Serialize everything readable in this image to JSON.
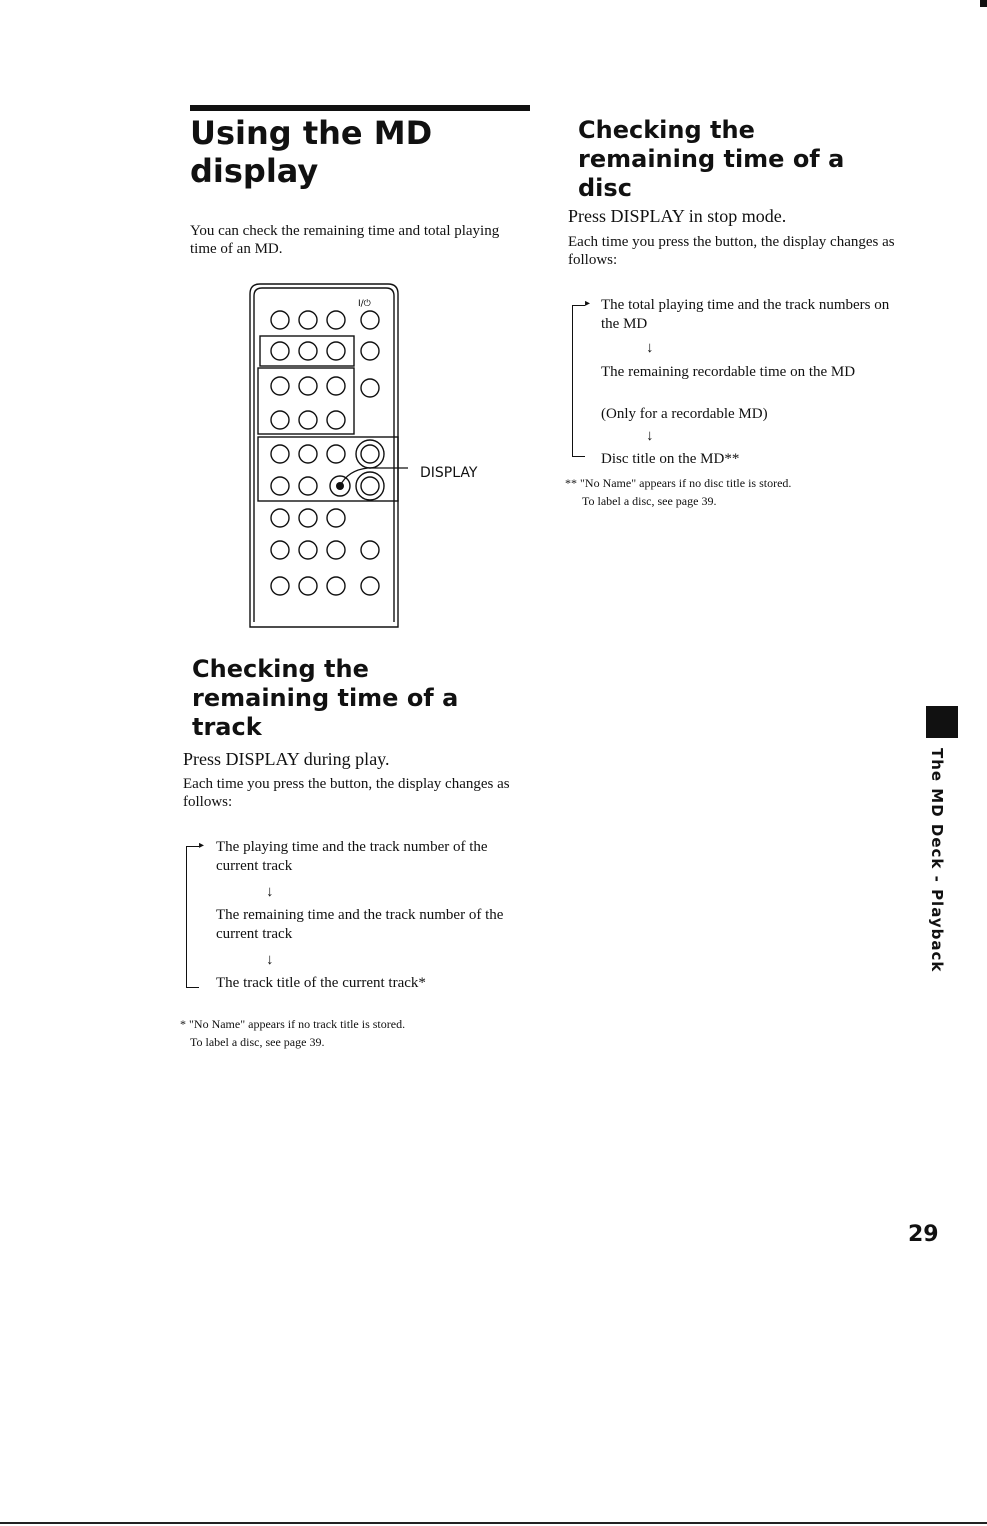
{
  "left": {
    "title": "Using the MD display",
    "intro": "You can check the remaining time and total playing time of an MD.",
    "remote": {
      "power_label": "I/⏻",
      "callout": "DISPLAY"
    },
    "track": {
      "heading": "Checking the remaining time of a track",
      "lead": "Press DISPLAY during play.",
      "desc": "Each time you press the button, the display changes as follows:",
      "step1": "The playing time and the track number of the current track",
      "step2": "The remaining time and the track number of the current track",
      "step3": "The track title of the current track*",
      "note1": "* \"No Name\" appears if no track title is stored.",
      "note2": "To label a disc, see page 39."
    }
  },
  "right": {
    "disc": {
      "heading": "Checking the remaining time of a disc",
      "lead": "Press DISPLAY in stop mode.",
      "desc": "Each time you press the button, the display changes as follows:",
      "step1": "The total playing time and the track numbers on the MD",
      "step2": "The remaining recordable time on the MD",
      "step2b": "(Only for a recordable MD)",
      "step3": "Disc title on the MD**",
      "note1": "** \"No Name\" appears if no disc title is stored.",
      "note2": "To label a disc, see page 39."
    }
  },
  "sidebar": {
    "section": "The MD Deck - Playback"
  },
  "footer": {
    "page_number": "29"
  },
  "glyphs": {
    "arrow_right": "▸",
    "arrow_down": "↓"
  }
}
